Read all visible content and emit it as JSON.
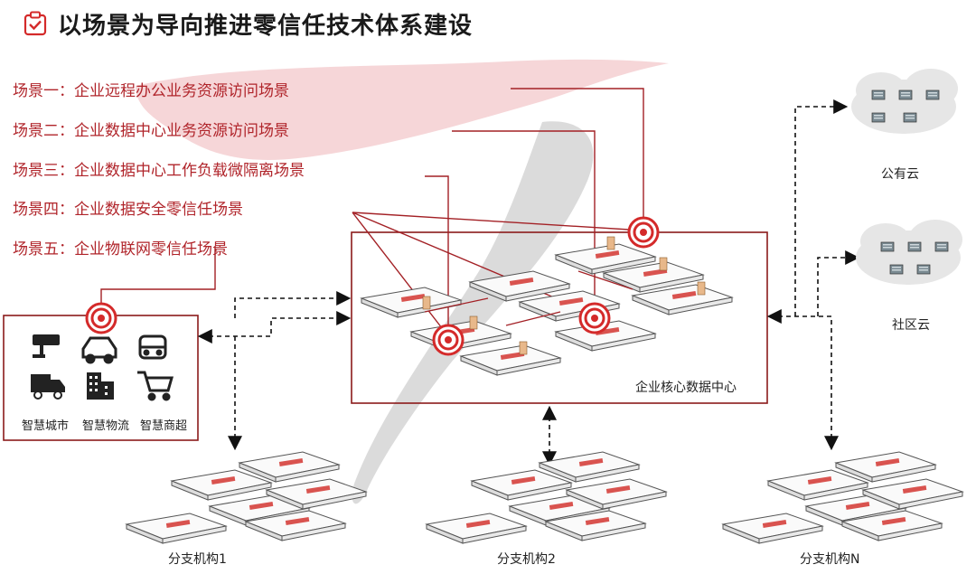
{
  "title": "以场景为导向推进零信任技术体系建设",
  "scenarios": [
    "场景一：企业远程办公业务资源访问场景",
    "场景二：企业数据中心业务资源访问场景",
    "场景三：企业数据中心工作负载微隔离场景",
    "场景四：企业数据安全零信任场景",
    "场景五：企业物联网零信任场景"
  ],
  "core_dc_label": "企业核心数据中心",
  "clouds": {
    "public": "公有云",
    "community": "社区云"
  },
  "branches": [
    "分支机构1",
    "分支机构2",
    "分支机构N"
  ],
  "iot": [
    "智慧城市",
    "智慧物流",
    "智慧商超"
  ],
  "colors": {
    "accent": "#b0242a",
    "target": "#d42a2a",
    "frame": "#8b1a1a"
  },
  "icons": [
    "clipboard-check-icon",
    "target-icon",
    "cloud-server-icon",
    "camera-icon",
    "car-icon",
    "train-icon",
    "truck-icon",
    "building-icon",
    "cart-icon"
  ]
}
